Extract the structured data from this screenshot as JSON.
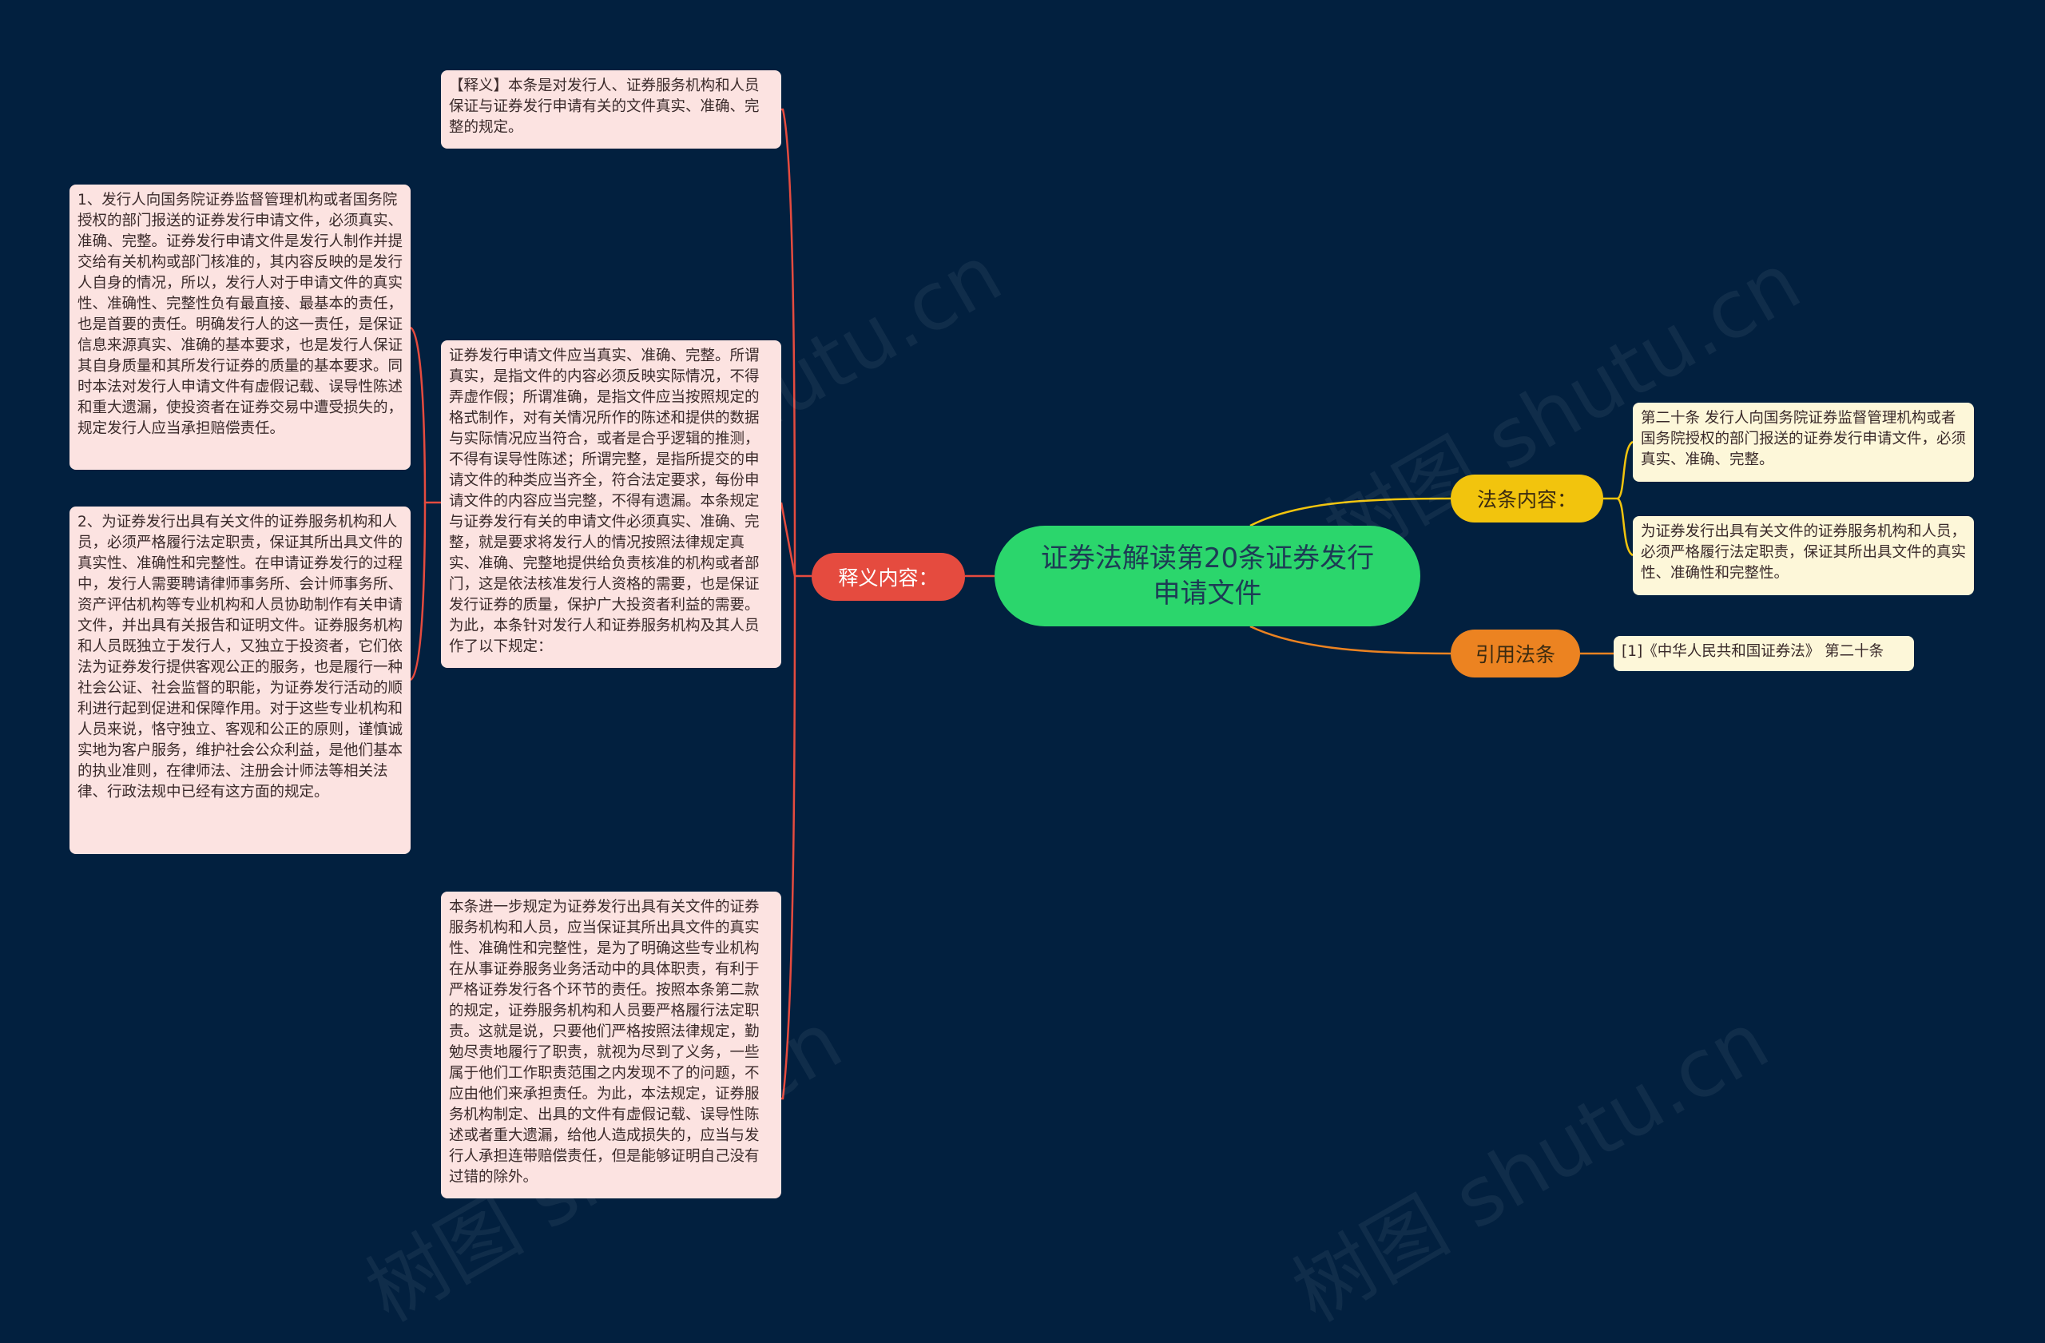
{
  "central": {
    "title": "证券法解读第20条证券发行申请文件"
  },
  "left_branch": {
    "label": "释义内容：",
    "items": [
      "【释义】本条是对发行人、证券服务机构和人员保证与证券发行申请有关的文件真实、准确、完整的规定。",
      "证券发行申请文件应当真实、准确、完整。所谓真实，是指文件的内容必须反映实际情况，不得弄虚作假；所谓准确，是指文件应当按照规定的格式制作，对有关情况所作的陈述和提供的数据与实际情况应当符合，或者是合乎逻辑的推测，不得有误导性陈述；所谓完整，是指所提交的申请文件的种类应当齐全，符合法定要求，每份申请文件的内容应当完整，不得有遗漏。本条规定与证券发行有关的申请文件必须真实、准确、完整，就是要求将发行人的情况按照法律规定真实、准确、完整地提供给负责核准的机构或者部门，这是依法核准发行人资格的需要，也是保证发行证券的质量，保护广大投资者利益的需要。为此，本条针对发行人和证券服务机构及其人员作了以下规定：",
      "本条进一步规定为证券发行出具有关文件的证券服务机构和人员，应当保证其所出具文件的真实性、准确性和完整性，是为了明确这些专业机构在从事证券服务业务活动中的具体职责，有利于严格证券发行各个环节的责任。按照本条第二款的规定，证券服务机构和人员要严格履行法定职责。这就是说，只要他们严格按照法律规定，勤勉尽责地履行了职责，就视为尽到了义务，一些属于他们工作职责范围之内发现不了的问题，不应由他们来承担责任。为此，本法规定，证券服务机构制定、出具的文件有虚假记载、误导性陈述或者重大遗漏，给他人造成损失的，应当与发行人承担连带赔偿责任，但是能够证明自己没有过错的除外。"
    ],
    "sub_items": [
      "1、发行人向国务院证券监督管理机构或者国务院授权的部门报送的证券发行申请文件，必须真实、准确、完整。证券发行申请文件是发行人制作并提交给有关机构或部门核准的，其内容反映的是发行人自身的情况，所以，发行人对于申请文件的真实性、准确性、完整性负有最直接、最基本的责任，也是首要的责任。明确发行人的这一责任，是保证信息来源真实、准确的基本要求，也是发行人保证其自身质量和其所发行证券的质量的基本要求。同时本法对发行人申请文件有虚假记载、误导性陈述和重大遗漏，使投资者在证券交易中遭受损失的，规定发行人应当承担赔偿责任。",
      "2、为证券发行出具有关文件的证券服务机构和人员，必须严格履行法定职责，保证其所出具文件的真实性、准确性和完整性。在申请证券发行的过程中，发行人需要聘请律师事务所、会计师事务所、资产评估机构等专业机构和人员协助制作有关申请文件，并出具有关报告和证明文件。证券服务机构和人员既独立于发行人，又独立于投资者，它们依法为证券发行提供客观公正的服务，也是履行一种社会公证、社会监督的职能，为证券发行活动的顺利进行起到促进和保障作用。对于这些专业机构和人员来说，恪守独立、客观和公正的原则，谨慎诚实地为客户服务，维护社会公众利益，是他们基本的执业准则，在律师法、注册会计师法等相关法律、行政法规中已经有这方面的规定。"
    ]
  },
  "right_branches": [
    {
      "label": "法条内容：",
      "items": [
        "第二十条 发行人向国务院证券监督管理机构或者国务院授权的部门报送的证券发行申请文件，必须真实、准确、完整。",
        "为证券发行出具有关文件的证券服务机构和人员，必须严格履行法定职责，保证其所出具文件的真实性、准确性和完整性。"
      ]
    },
    {
      "label": "引用法条",
      "items": [
        "[1]《中华人民共和国证券法》 第二十条"
      ]
    }
  ],
  "watermark": {
    "text": "树图 shutu.cn"
  },
  "colors": {
    "background": "#02203f",
    "central": "#2bd66c",
    "left_branch": "#e54b3f",
    "law_branch": "#f2c40d",
    "cite_branch": "#ec8321",
    "left_item_bg": "#fce3e1",
    "right_item_bg": "#fdf7d9"
  }
}
